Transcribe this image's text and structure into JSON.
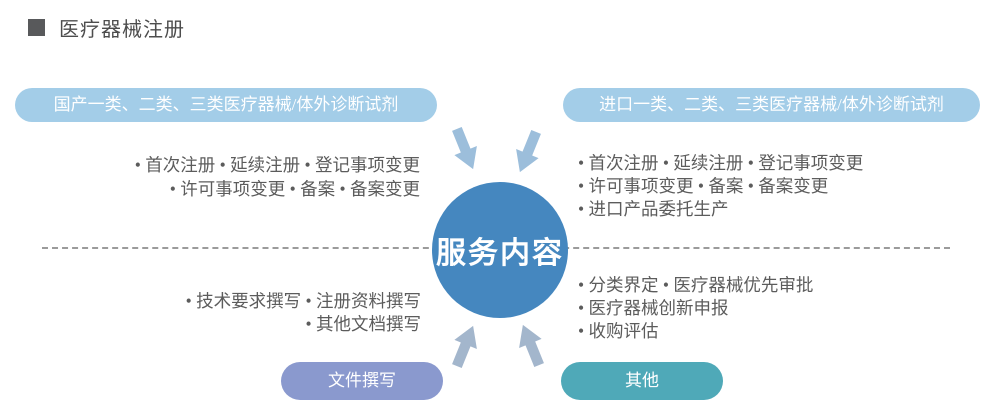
{
  "title": "医疗器械注册",
  "center": {
    "label": "服务内容"
  },
  "quadrants": {
    "domestic": {
      "pill": "国产一类、二类、三类医疗器械/体外诊断试剂",
      "lines": [
        "• 首次注册 • 延续注册 • 登记事项变更",
        "• 许可事项变更 • 备案 • 备案变更"
      ]
    },
    "imported": {
      "pill": "进口一类、二类、三类医疗器械/体外诊断试剂",
      "lines": [
        "• 首次注册 • 延续注册 • 登记事项变更",
        "• 许可事项变更 • 备案 • 备案变更",
        "• 进口产品委托生产"
      ]
    },
    "writing": {
      "pill": "文件撰写",
      "lines": [
        "• 技术要求撰写 • 注册资料撰写",
        "• 其他文档撰写"
      ]
    },
    "other": {
      "pill": "其他",
      "lines": [
        "• 分类界定 • 医疗器械优先审批",
        "• 医疗器械创新申报",
        "• 收购评估"
      ]
    }
  },
  "colors": {
    "pill-light-blue": "#A3CDE8",
    "pill-periwinkle": "#8A99CE",
    "pill-teal": "#4FA9B8",
    "circle-blue": "#4587BF",
    "arrow-top": "#9CBEDB",
    "arrow-bottom": "#A3B6CC",
    "text-gray": "#5C5C5C",
    "title-gray": "#4D4D4D",
    "divider-gray": "#9B9B9B"
  }
}
